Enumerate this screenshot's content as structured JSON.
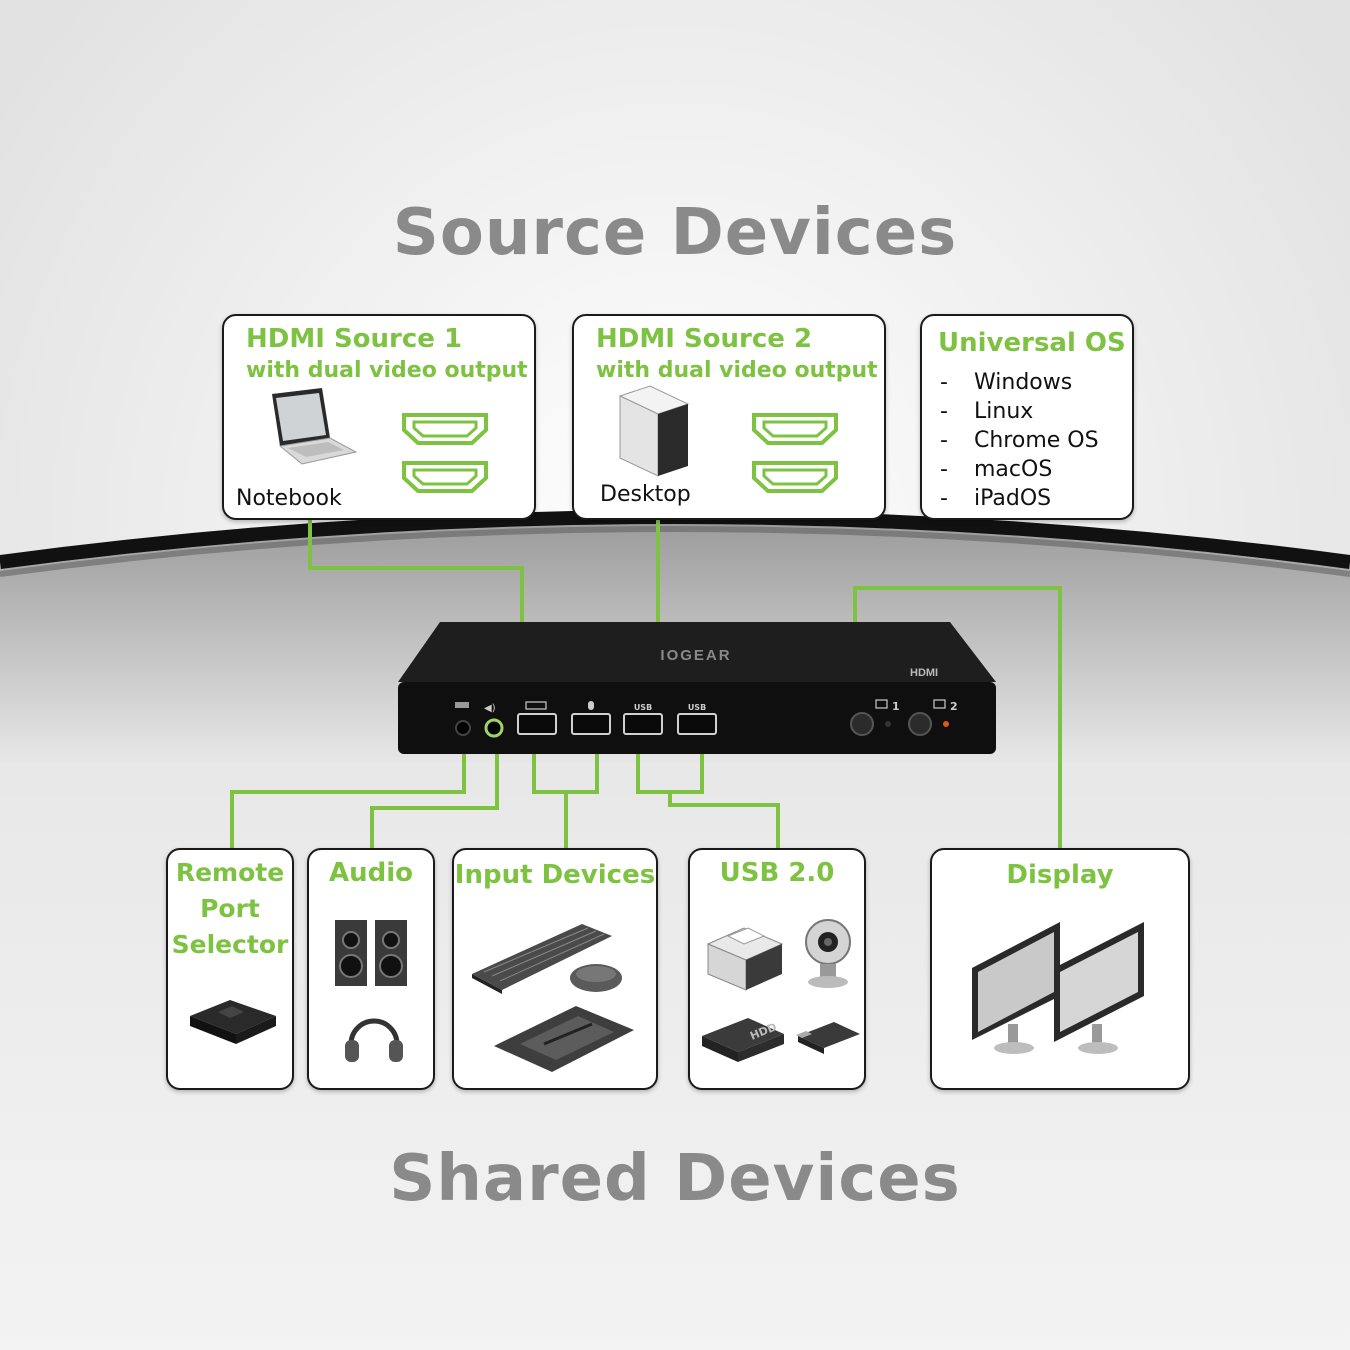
{
  "headings": {
    "top": "Source Devices",
    "bottom": "Shared Devices"
  },
  "colors": {
    "accent": "#7ec242",
    "heading": "#8a8a8a",
    "device": "#1a1a1a"
  },
  "source1": {
    "title": "HDMI Source 1",
    "subtitle": "with dual video output",
    "device": "Notebook"
  },
  "source2": {
    "title": "HDMI Source 2",
    "subtitle": "with dual video output",
    "device": "Desktop"
  },
  "os": {
    "title": "Universal OS",
    "items": [
      "Windows",
      "Linux",
      "Chrome OS",
      "macOS",
      "iPadOS"
    ]
  },
  "kvm": {
    "brand": "IOGEAR",
    "hdmi_logo": "HDMI",
    "usb1": "USB",
    "usb2": "USB",
    "port1": "1",
    "port2": "2"
  },
  "shared": {
    "remote": {
      "line1": "Remote",
      "line2": "Port",
      "line3": "Selector"
    },
    "audio": {
      "title": "Audio"
    },
    "input": {
      "title": "Input Devices"
    },
    "usb": {
      "title": "USB 2.0",
      "hdd": "HDD"
    },
    "display": {
      "title": "Display"
    }
  }
}
